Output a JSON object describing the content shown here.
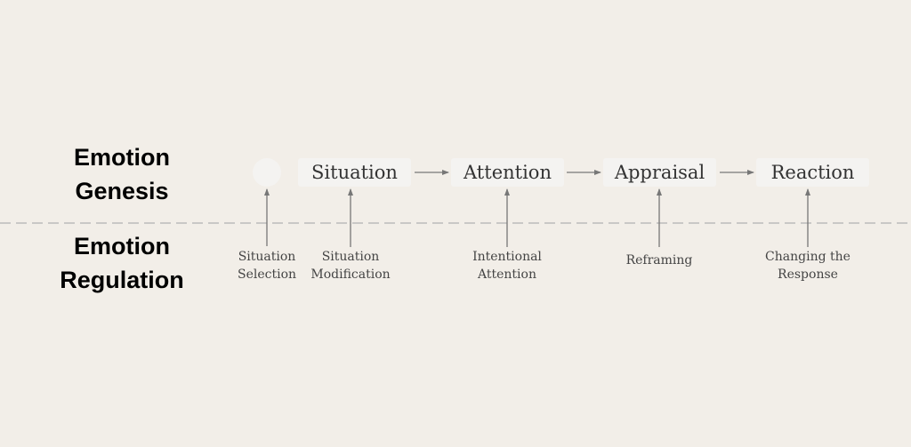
{
  "headings": {
    "genesis": [
      "Emotion",
      "Genesis"
    ],
    "regulation": [
      "Emotion",
      "Regulation"
    ]
  },
  "stages": [
    "Situation",
    "Attention",
    "Appraisal",
    "Reaction"
  ],
  "strategies": [
    [
      "Situation",
      "Selection"
    ],
    [
      "Situation",
      "Modification"
    ],
    [
      "Intentional",
      "Attention"
    ],
    [
      "Reframing"
    ],
    [
      "Changing the",
      "Response"
    ]
  ],
  "colors": {
    "background": "#f2eee8",
    "box": "#f4f3f1",
    "arrow": "#777777",
    "divider": "#bbbbbb"
  }
}
